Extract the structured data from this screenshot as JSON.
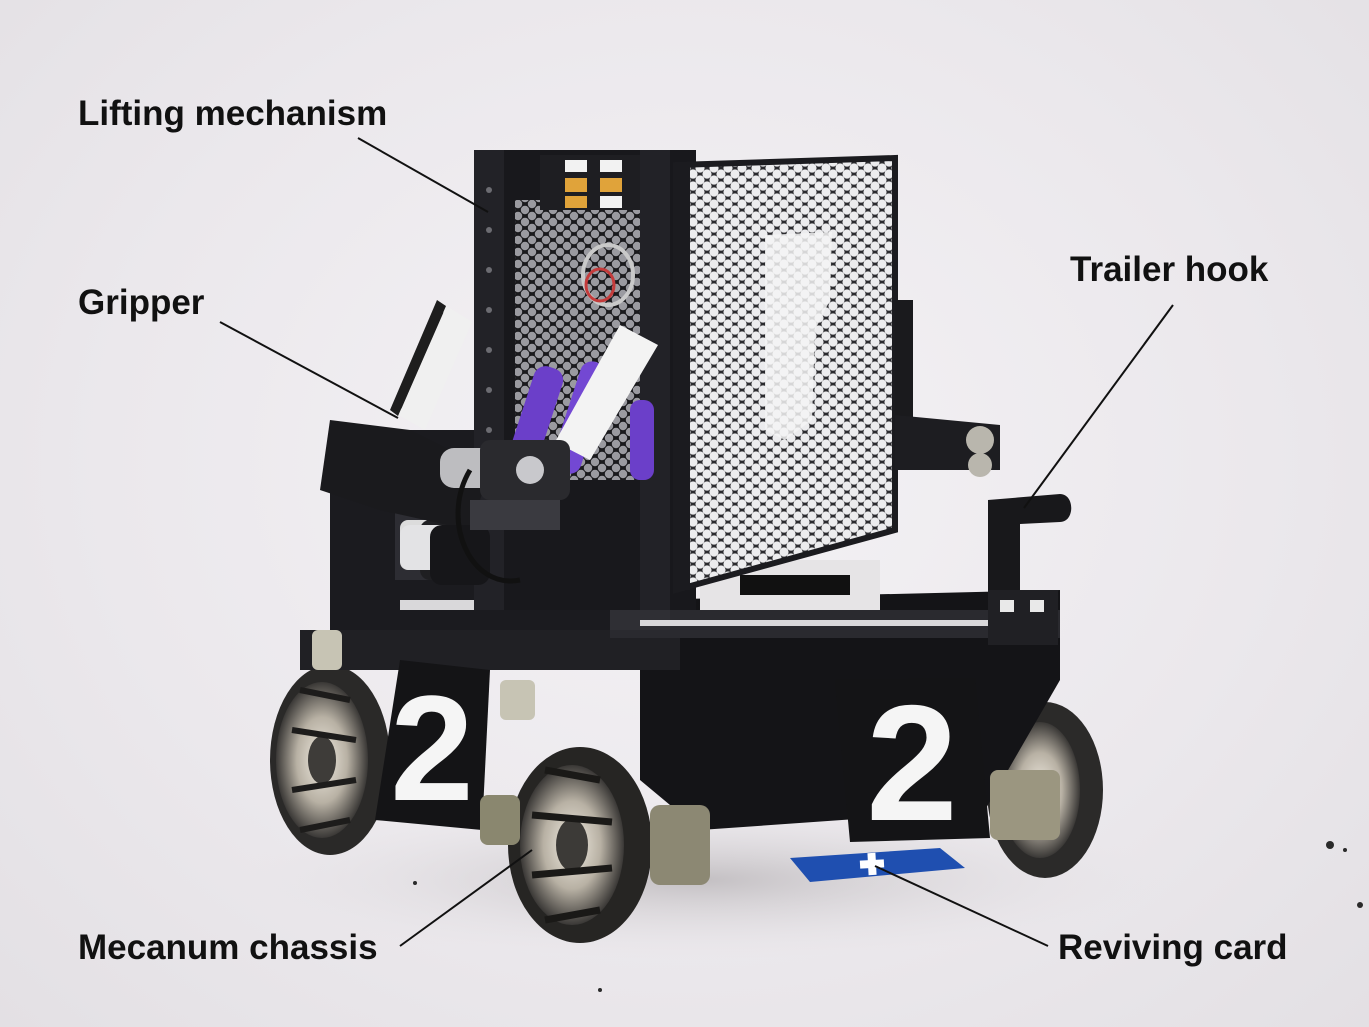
{
  "labels": {
    "lifting_mechanism": "Lifting mechanism",
    "gripper": "Gripper",
    "trailer_hook": "Trailer hook",
    "mecanum_chassis": "Mecanum chassis",
    "reviving_card": "Reviving card"
  },
  "robot": {
    "number_plate_left": "2",
    "number_plate_right": "2"
  },
  "colors": {
    "background": "#ebe8ec",
    "frame": "#16161a",
    "mesh": "#e8e8ea",
    "accent_purple": "#6b3fc9",
    "card_blue": "#1f4fb0",
    "wheel_metal": "#c9c3b8"
  }
}
